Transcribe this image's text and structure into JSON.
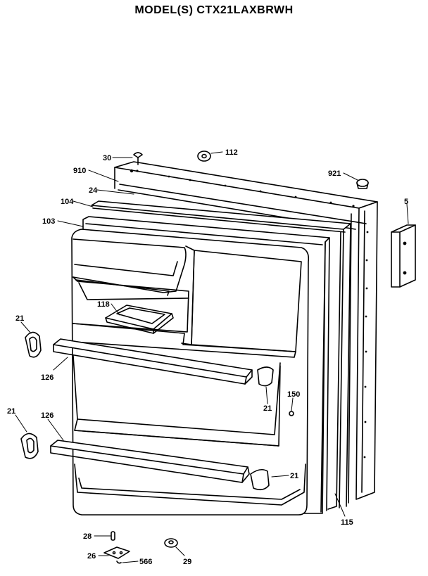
{
  "title": "MODEL(S) CTX21LAXBRWH",
  "callouts": {
    "c30": "30",
    "c112": "112",
    "c910": "910",
    "c921": "921",
    "c24": "24",
    "c104": "104",
    "c5": "5",
    "c103": "103",
    "c118": "118",
    "c21a": "21",
    "c126a": "126",
    "c21b": "21",
    "c150": "150",
    "c21c": "21",
    "c126b": "126",
    "c21d": "21",
    "c115": "115",
    "c28": "28",
    "c26": "26",
    "c566": "566",
    "c29": "29"
  }
}
